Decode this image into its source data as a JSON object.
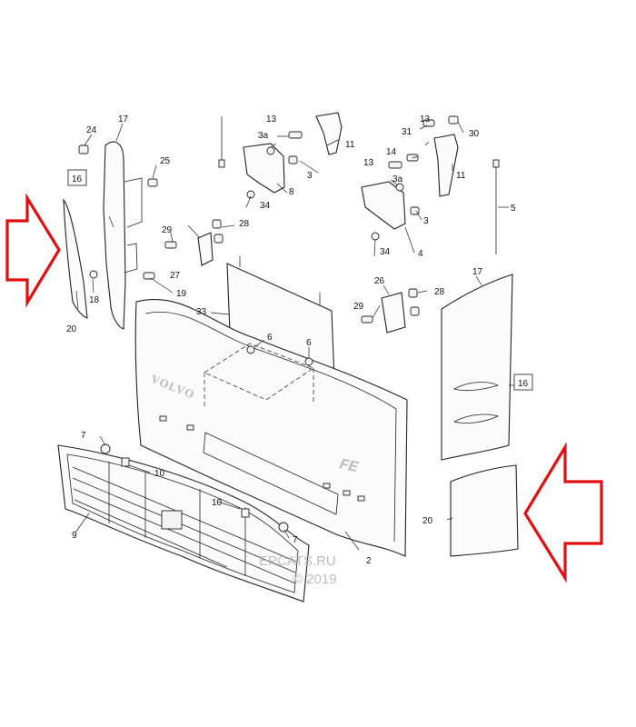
{
  "callouts": {
    "c2": "2",
    "c3a": "3",
    "c3b": "3",
    "c3a1": "3a",
    "c3a2": "3a",
    "c4": "4",
    "c5": "5",
    "c6a": "6",
    "c6b": "6",
    "c7a": "7",
    "c7b": "7",
    "c8": "8",
    "c9": "9",
    "c10a": "10",
    "c10b": "10",
    "c11a": "11",
    "c11b": "11",
    "c13a": "13",
    "c13b": "13",
    "c14": "14",
    "c16a": "16",
    "c16b": "16",
    "c17a": "17",
    "c17b": "17",
    "c18": "18",
    "c19": "19",
    "c20a": "20",
    "c20b": "20",
    "c24": "24",
    "c25": "25",
    "c26": "26",
    "c27": "27",
    "c28a": "28",
    "c28b": "28",
    "c29a": "29",
    "c29b": "29",
    "c30": "30",
    "c31": "31",
    "c33": "33",
    "c34a": "34",
    "c34b": "34"
  },
  "emblems": {
    "brand": "VOLVO",
    "model": "FE"
  },
  "watermark": {
    "line1": "EPCATS.RU",
    "line2": "© 2019"
  },
  "colors": {
    "arrow": "#e01010",
    "line": "#222222",
    "watermark": "#bdbdbd"
  }
}
